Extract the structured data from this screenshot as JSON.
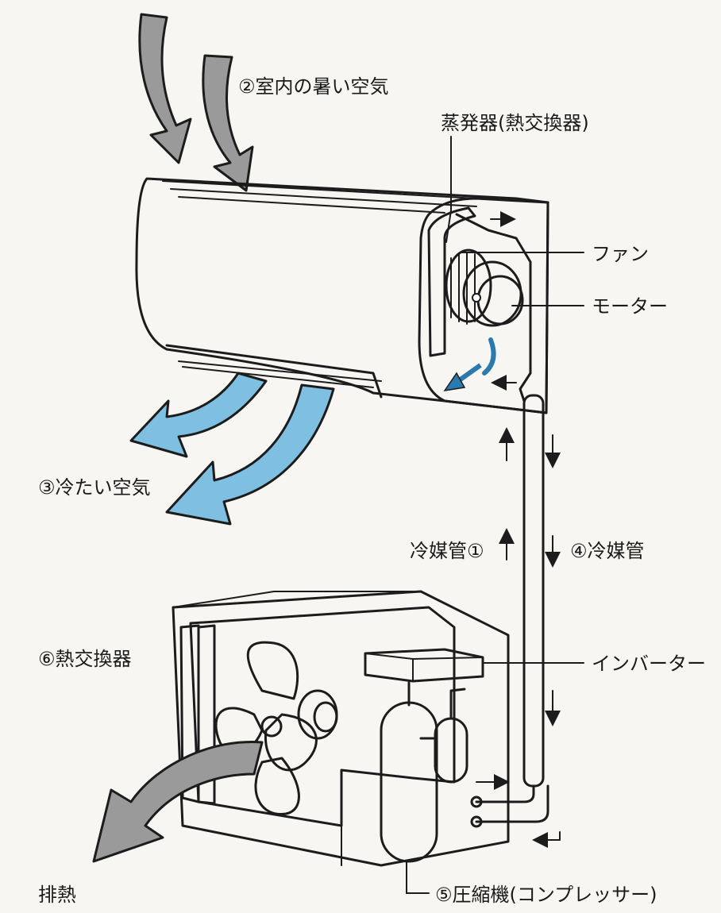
{
  "labels": {
    "hot_air": "②室内の暑い空気",
    "evaporator": "蒸発器(熱交換器)",
    "fan": "ファン",
    "motor": "モーター",
    "cold_air": "③冷たい空気",
    "pipe1": "冷媒管①",
    "pipe4": "④冷媒管",
    "heat_exchanger": "⑥熱交換器",
    "inverter": "インバーター",
    "exhaust_heat": "排熱",
    "compressor": "⑤圧縮機(コンプレッサー)"
  },
  "colors": {
    "blue_panel": "#6cb3d8",
    "blue_arrow": "#7fc0e2",
    "gray_arrow": "#9a9a9a",
    "dark_gray": "#5b5b5b",
    "outdoor_body": "#8a8a8a"
  }
}
